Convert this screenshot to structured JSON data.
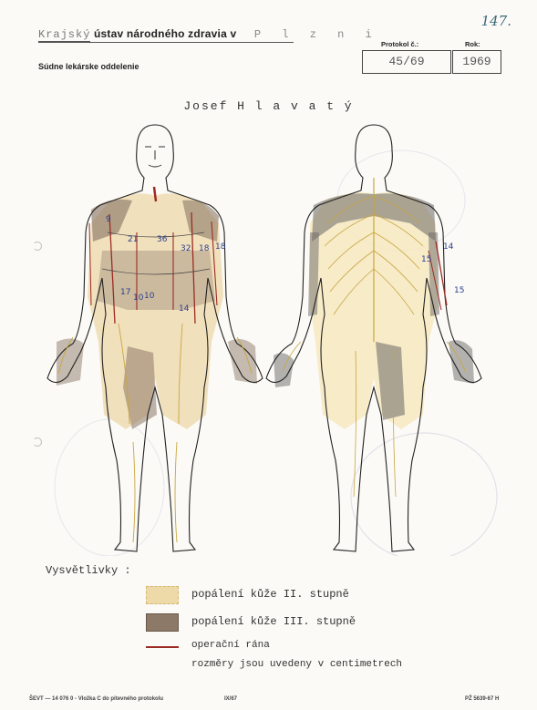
{
  "header": {
    "institution_typed_prefix": "Krajský",
    "institution_printed": "ústav národného zdravia v",
    "city": "P l z n i",
    "department": "Súdne lekárske oddelenie",
    "protocol_label": "Protokol č.:",
    "protocol_value": "45/69",
    "year_label": "Rok:",
    "year_value": "1969",
    "folio_number": "147."
  },
  "subject": {
    "name": "Josef H l a v a t ý"
  },
  "diagram": {
    "front_labels": [
      "9",
      "21",
      "36",
      "32",
      "18",
      "18",
      "17",
      "10",
      "10",
      "14"
    ],
    "back_labels": [
      "14",
      "15",
      "15"
    ]
  },
  "legend": {
    "title": "Vysvětlivky :",
    "items": [
      {
        "label": "popálení kůže II. stupně",
        "swatch_color": "#e8cf9a"
      },
      {
        "label": "popálení kůže III. stupně",
        "swatch_color": "#8d7968"
      },
      {
        "label": "operační rána",
        "swatch_color": "#9c2b24"
      },
      {
        "label": "rozměry jsou uvedeny v centimetrech",
        "swatch_color": ""
      }
    ]
  },
  "footer": {
    "left": "ŠEVT — 14 076 0 - Vložka C do pitevného protokolu",
    "center": "IX/67",
    "right": "PŽ 5639-67 H"
  },
  "colors": {
    "burn_second_degree": "#e8cf9a",
    "burn_third_degree": "#8d7968",
    "surgical_wound": "#9c2b24",
    "annotation_ink": "#2b3e8f"
  }
}
